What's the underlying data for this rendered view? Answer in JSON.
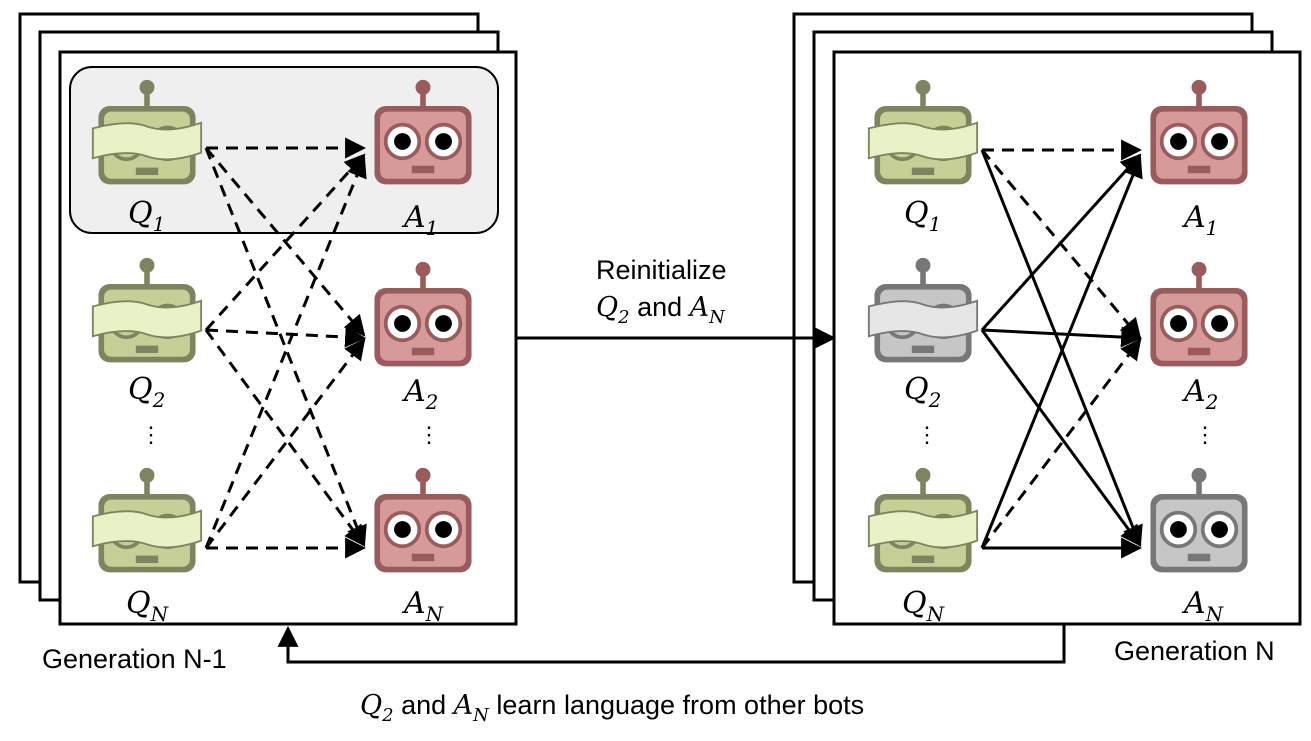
{
  "generation_left": {
    "title": "Generation N-1",
    "q_bots": [
      {
        "letter": "Q",
        "sub": "1"
      },
      {
        "letter": "Q",
        "sub": "2"
      },
      {
        "letter": "Q",
        "sub": "N"
      }
    ],
    "a_bots": [
      {
        "letter": "A",
        "sub": "1"
      },
      {
        "letter": "A",
        "sub": "2"
      },
      {
        "letter": "A",
        "sub": "N"
      }
    ]
  },
  "generation_right": {
    "title": "Generation N",
    "q_bots": [
      {
        "letter": "Q",
        "sub": "1"
      },
      {
        "letter": "Q",
        "sub": "2",
        "reinitialized": true
      },
      {
        "letter": "Q",
        "sub": "N"
      }
    ],
    "a_bots": [
      {
        "letter": "A",
        "sub": "1"
      },
      {
        "letter": "A",
        "sub": "2"
      },
      {
        "letter": "A",
        "sub": "N",
        "reinitialized": true
      }
    ]
  },
  "reinit": {
    "line1": "Reinitialize",
    "q": "Q",
    "q_sub": "2",
    "and": " and ",
    "a": "A",
    "a_sub": "N"
  },
  "bottom_caption": {
    "q": "Q",
    "q_sub": "2",
    "and": " and ",
    "a": "A",
    "a_sub": "N",
    "rest": " learn language from other bots"
  },
  "ellipsis": "⋮",
  "colors": {
    "q_bot": "#c5cf96",
    "q_bot_dark": "#7d8560",
    "a_bot": "#d79a9b",
    "a_bot_dark": "#9a5b5c",
    "reinit_bot": "#c6c6c6",
    "reinit_bot_dark": "#777777",
    "highlight": "#efefef"
  }
}
